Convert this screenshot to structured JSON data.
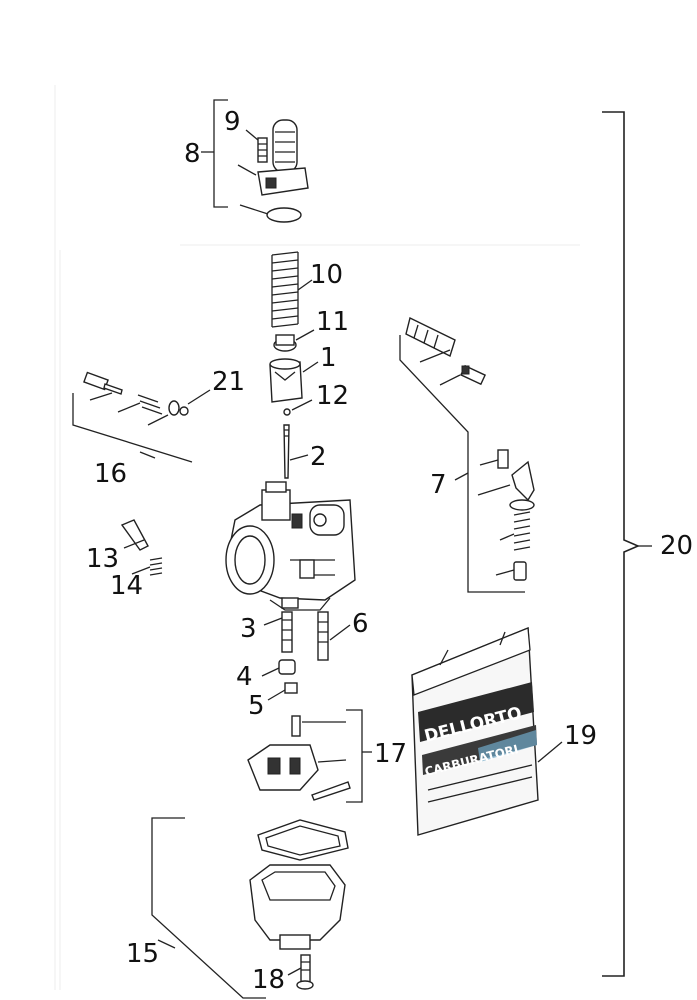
{
  "callouts": {
    "c1": "1",
    "c2": "2",
    "c3": "3",
    "c4": "4",
    "c5": "5",
    "c6": "6",
    "c7": "7",
    "c8": "8",
    "c9": "9",
    "c10": "10",
    "c11": "11",
    "c12": "12",
    "c13": "13",
    "c14": "14",
    "c15": "15",
    "c16": "16",
    "c17": "17",
    "c18": "18",
    "c19": "19",
    "c20": "20",
    "c21": "21"
  },
  "bag": {
    "brand": "DELLORTO",
    "subtitle": "CARBURATORI"
  },
  "colors": {
    "ink": "#222222",
    "bag_band": "#2b2b2b",
    "bag_accent": "#6fa8c8"
  }
}
